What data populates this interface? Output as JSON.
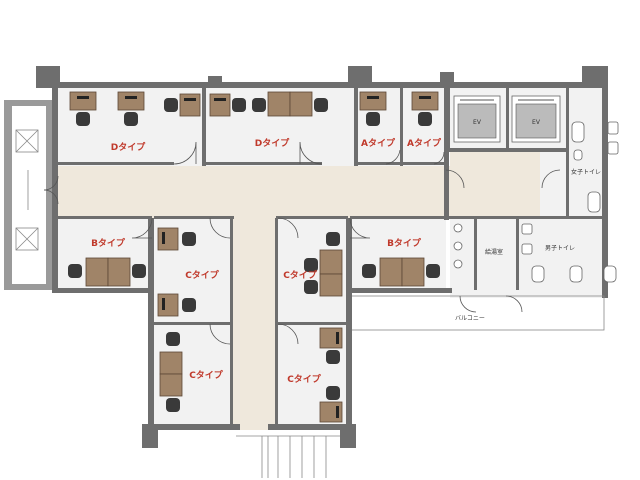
{
  "rooms": {
    "d1": "Dタイプ",
    "d2": "Dタイプ",
    "a1": "Aタイプ",
    "a2": "Aタイプ",
    "b1": "Bタイプ",
    "b2": "Bタイプ",
    "c1": "Cタイプ",
    "c2": "Cタイプ",
    "c3": "Cタイプ",
    "c4": "Cタイプ"
  },
  "elevators": [
    "EV",
    "EV"
  ],
  "facilities": {
    "womens_toilet": "女子トイレ",
    "mens_toilet": "男子トイレ",
    "storage": "給湯室",
    "balcony": "バルコニー"
  },
  "colors": {
    "label": "#c0392b",
    "desk": "#a08468",
    "corridor": "#efe8dc",
    "wall": "#6e6e6e"
  }
}
